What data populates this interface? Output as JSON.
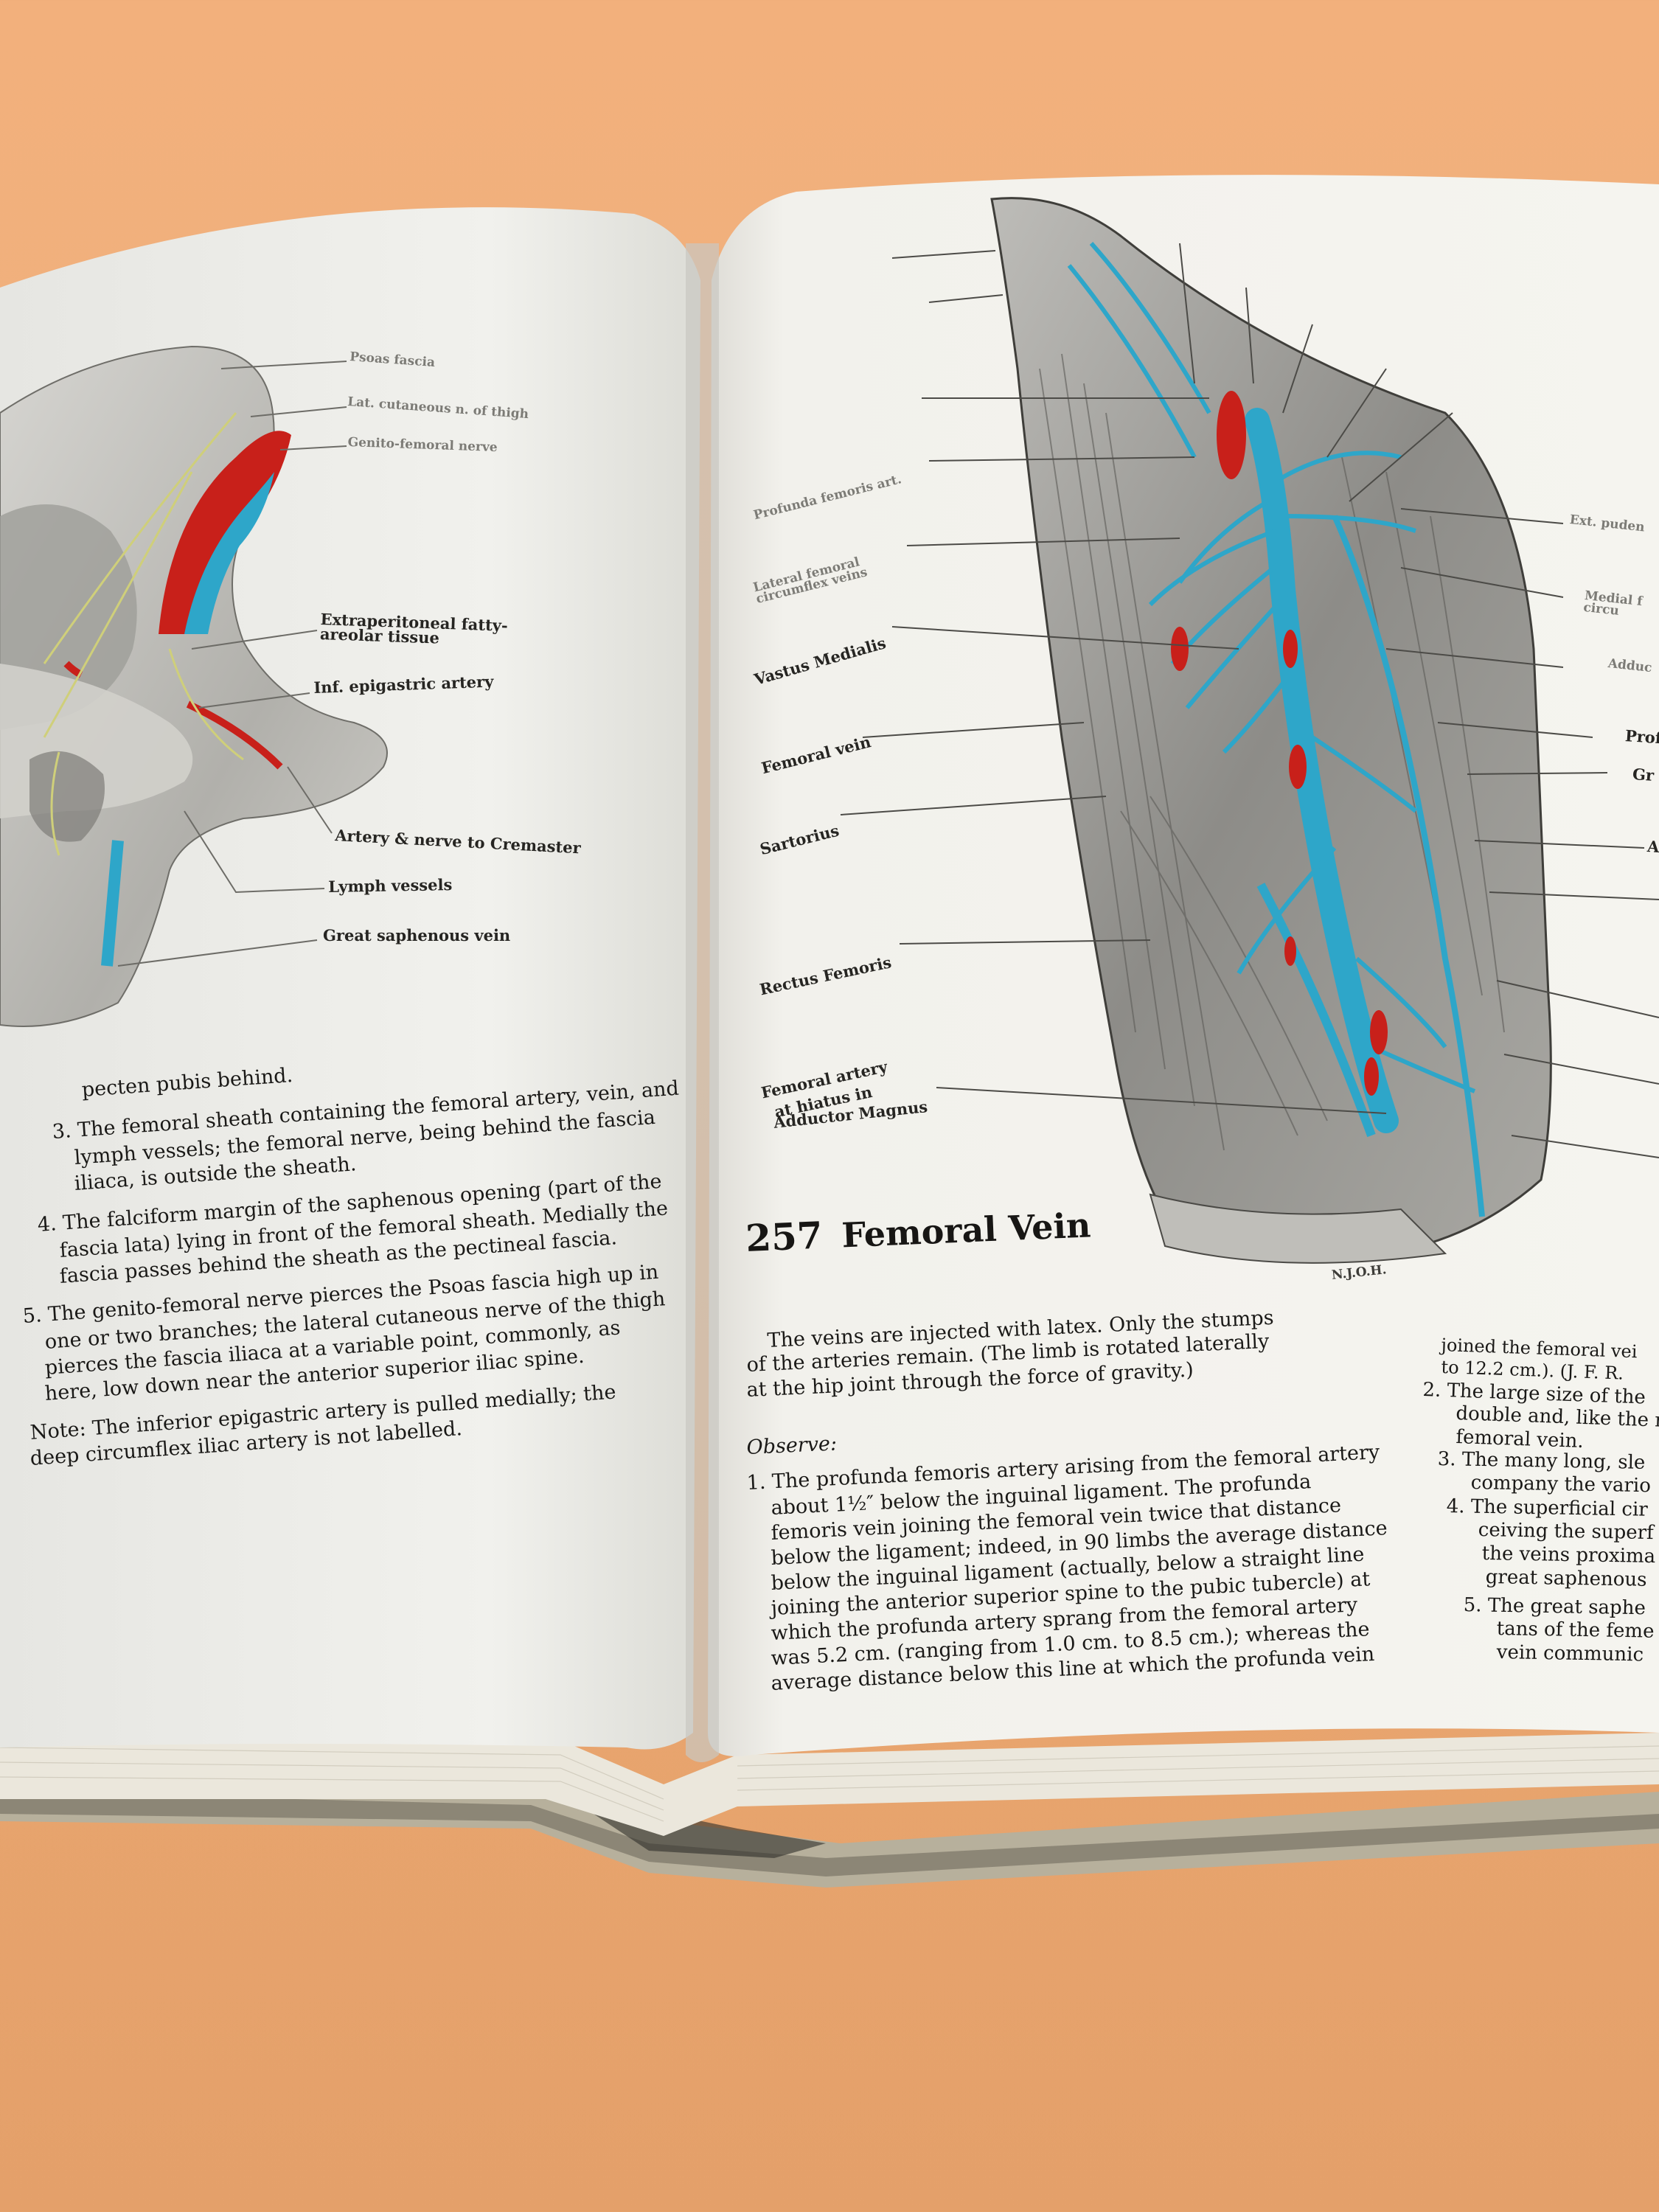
{
  "left_page": {
    "figure_labels": [
      "Psoas fascia",
      "Lat. cutaneous n. of thigh",
      "Genito-femoral nerve",
      "Extraperitoneal fatty-areolar tissue",
      "Inf. epigastric artery",
      "Artery & nerve to Cremaster",
      "Lymph vessels",
      "Great saphenous vein"
    ],
    "text_lines": [
      "pecten pubis behind.",
      "3. The femoral sheath containing the femoral artery, vein, and",
      "lymph vessels; the femoral nerve, being behind the fascia",
      "iliaca, is outside the sheath.",
      "4. The falciform margin of the saphenous opening (part of the",
      "fascia lata) lying in front of the femoral sheath. Medially the",
      "fascia passes behind the sheath as the pectineal fascia.",
      "5. The genito-femoral nerve pierces the Psoas fascia high up in",
      "one or two branches; the lateral cutaneous nerve of the thigh",
      "pierces the fascia iliaca at a variable point, commonly, as",
      "here, low down near the anterior superior iliac spine.",
      "Note: The inferior epigastric artery is pulled medially; the",
      "deep circumflex iliac artery is not labelled."
    ]
  },
  "right_page": {
    "figure_labels_left": [
      "Femoral vein",
      "Sartorius",
      "Rectus Femoris",
      "Femoral artery",
      "at hiatus in",
      "Adductor Magnus",
      "Vastus Medialis",
      "Lateral femoral circumflex veins",
      "Profunda femoris art."
    ],
    "figure_signature": "N.J.O.H.",
    "heading_number": "257",
    "heading_title": "Femoral Vein",
    "intro_lines": [
      "The veins are injected with latex. Only the stumps",
      "of the arteries remain. (The limb is rotated laterally",
      "at the hip joint through the force of gravity.)"
    ],
    "observe_label": "Observe:",
    "observe_lines": [
      "1. The profunda femoris artery arising from the femoral artery",
      "about 1½″ below the inguinal ligament. The profunda",
      "femoris vein joining the femoral vein twice that distance",
      "below the ligament; indeed, in 90 limbs the average distance",
      "below the inguinal ligament (actually, below a straight line",
      "joining the anterior superior spine to the pubic tubercle) at",
      "which the profunda artery sprang from the femoral artery",
      "was 5.2 cm. (ranging from 1.0 cm. to 8.5 cm.); whereas the",
      "average distance below this line at which the profunda vein"
    ],
    "column2_lines": [
      "joined the femoral vei",
      "to 12.2 cm.). (J. F. R.",
      "2. The large size of the",
      "double and, like the m",
      "femoral vein.",
      "3. The many long, sle",
      "company the vario",
      "4. The superficial cir",
      "ceiving the superf",
      "the veins proxima",
      "great saphenous",
      "5. The great saphe",
      "tans of the feme",
      "vein communic"
    ],
    "right_edge_labels": [
      "Ext. puden",
      "Medial f circu",
      "Adduc",
      "Prof",
      "Gr",
      "A"
    ]
  },
  "colors": {
    "background": "#eeb07e",
    "page": "#f4f3ee",
    "vein_blue": "#2ea6c9",
    "artery_red": "#c8201a",
    "text": "#1a1917"
  }
}
